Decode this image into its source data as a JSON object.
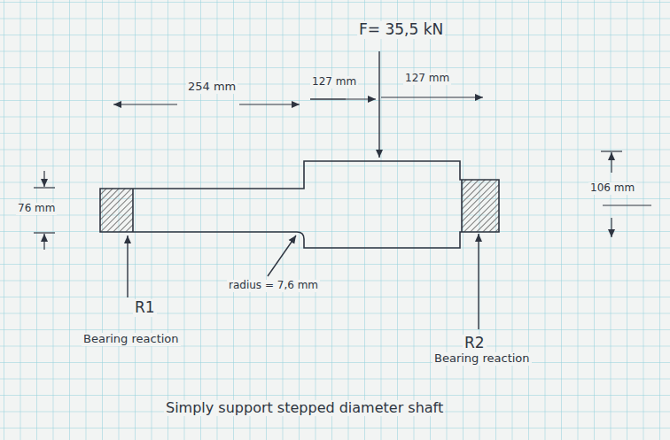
{
  "diagram": {
    "caption": "Simply support stepped diameter shaft",
    "labels": [
      "F= 35,5 kN",
      "254 mm",
      "127 mm",
      "127 mm",
      "76 mm",
      "106 mm",
      "radius = 7,6 mm",
      "R1",
      "Bearing reaction",
      "R2",
      "Bearing reaction"
    ]
  }
}
